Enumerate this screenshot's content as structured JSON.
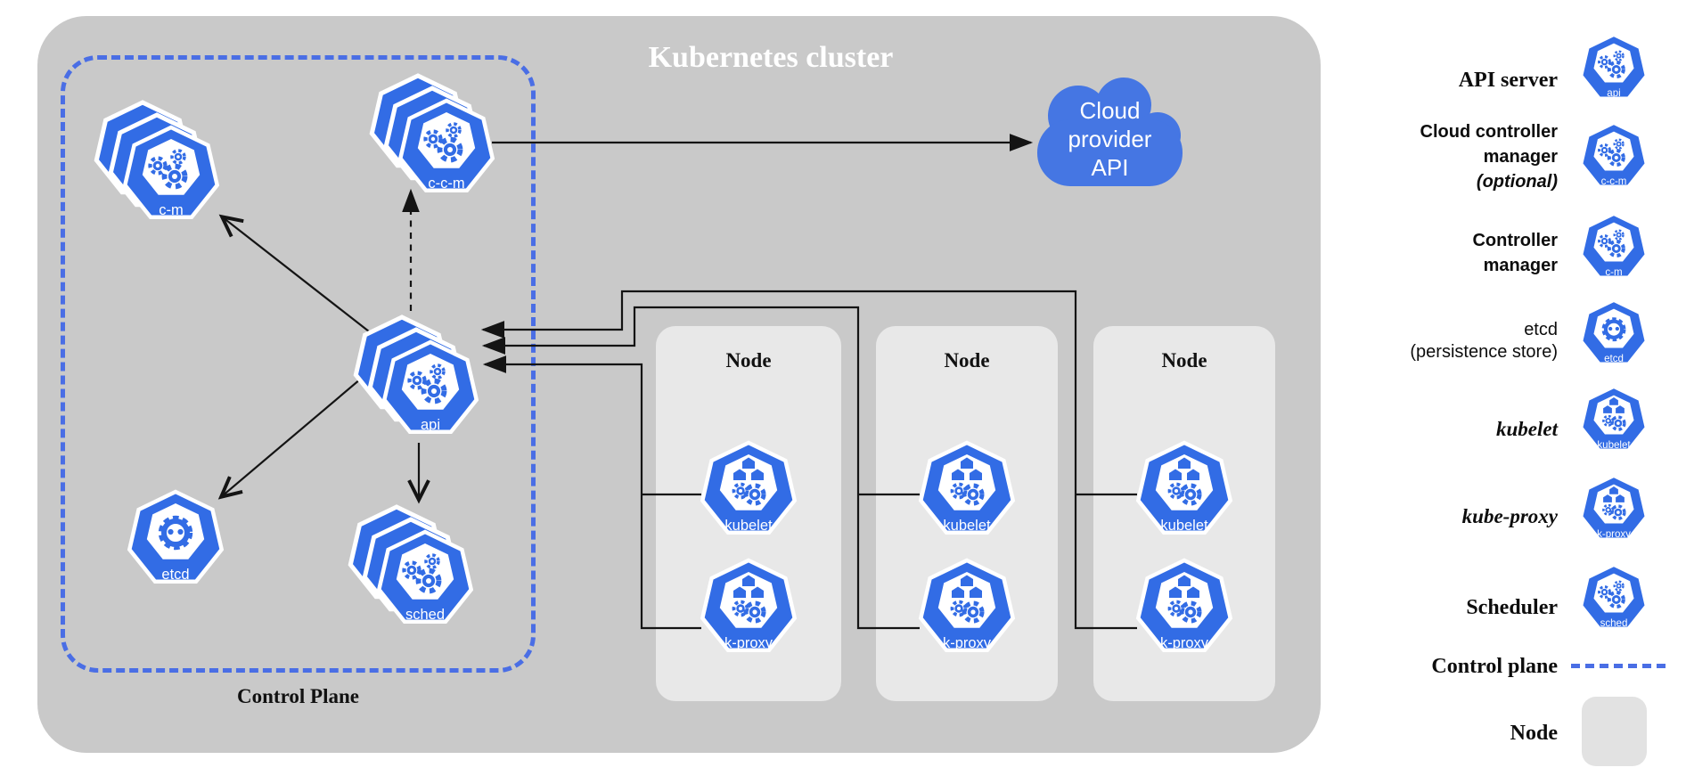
{
  "title": "Kubernetes cluster",
  "control_plane": {
    "label": "Control Plane"
  },
  "cloud": {
    "lines": [
      "Cloud",
      "provider",
      "API"
    ]
  },
  "control_plane_components": [
    {
      "id": "c-m",
      "type": "gears",
      "label": "c-m",
      "stacked": true
    },
    {
      "id": "c-c-m",
      "type": "gears",
      "label": "c-c-m",
      "stacked": true
    },
    {
      "id": "api",
      "type": "gears",
      "label": "api",
      "stacked": true
    },
    {
      "id": "etcd",
      "type": "etcd",
      "label": "etcd",
      "stacked": false
    },
    {
      "id": "sched",
      "type": "gears",
      "label": "sched",
      "stacked": false,
      "stacked_note": true
    }
  ],
  "nodes": [
    {
      "label": "Node",
      "components": [
        {
          "type": "boxes",
          "label": "kubelet"
        },
        {
          "type": "boxes",
          "label": "k-proxy"
        }
      ]
    },
    {
      "label": "Node",
      "components": [
        {
          "type": "boxes",
          "label": "kubelet"
        },
        {
          "type": "boxes",
          "label": "k-proxy"
        }
      ]
    },
    {
      "label": "Node",
      "components": [
        {
          "type": "boxes",
          "label": "kubelet"
        },
        {
          "type": "boxes",
          "label": "k-proxy"
        }
      ]
    }
  ],
  "legend": [
    {
      "lines": [
        "API server"
      ],
      "style": "serif",
      "icon": "gears",
      "icon_label": "api"
    },
    {
      "lines": [
        "Cloud controller",
        "manager",
        "(optional)"
      ],
      "style": "sans",
      "last_italic": true,
      "icon": "gears",
      "icon_label": "c-c-m"
    },
    {
      "lines": [
        "Controller",
        "manager"
      ],
      "style": "sans",
      "icon": "gears",
      "icon_label": "c-m"
    },
    {
      "lines": [
        "etcd",
        "(persistence store)"
      ],
      "style": "sans-regular",
      "icon": "etcd",
      "icon_label": "etcd"
    },
    {
      "lines": [
        "kubelet"
      ],
      "style": "serif-italic",
      "icon": "boxes",
      "icon_label": "kubelet"
    },
    {
      "lines": [
        "kube-proxy"
      ],
      "style": "serif-italic",
      "icon": "boxes",
      "icon_label": "k-proxy"
    },
    {
      "lines": [
        "Scheduler"
      ],
      "style": "serif",
      "icon": "gears",
      "icon_label": "sched"
    },
    {
      "lines": [
        "Control plane"
      ],
      "style": "serif",
      "icon": "dash-sample"
    },
    {
      "lines": [
        "Node"
      ],
      "style": "serif",
      "icon": "node-swatch"
    }
  ],
  "colors": {
    "k8s_blue": "#326ce5",
    "cloud_blue": "#4576e3",
    "dash_blue": "#4a6ee5",
    "cluster_gray": "#c9c9c9",
    "node_gray": "#e8e8e8",
    "swatch_gray": "#e2e2e2",
    "line_black": "#141414",
    "title_white": "#ffffff"
  }
}
